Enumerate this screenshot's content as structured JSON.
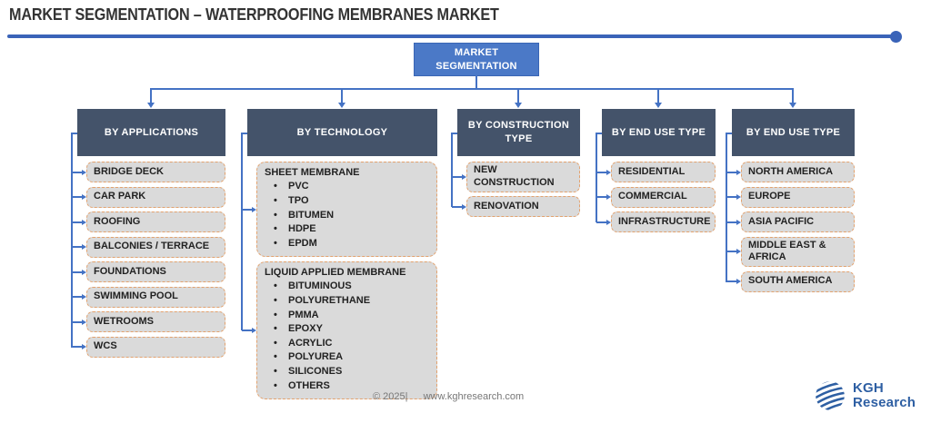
{
  "page": {
    "title": "MARKET SEGMENTATION – WATERPROOFING MEMBRANES MARKET"
  },
  "root": {
    "label": "MARKET SEGMENTATION"
  },
  "columns": [
    {
      "id": "by-applications",
      "header": "BY APPLICATIONS",
      "items": [
        "BRIDGE DECK",
        "CAR PARK",
        "ROOFING",
        "BALCONIES / TERRACE",
        "FOUNDATIONS",
        "SWIMMING POOL",
        "WETROOMS",
        "WCS"
      ]
    },
    {
      "id": "by-technology",
      "header": "BY TECHNOLOGY",
      "groups": [
        {
          "title": "SHEET MEMBRANE",
          "bullets": [
            "PVC",
            "TPO",
            "BITUMEN",
            "HDPE",
            "EPDM"
          ]
        },
        {
          "title": "LIQUID APPLIED MEMBRANE",
          "bullets": [
            "BITUMINOUS",
            "POLYURETHANE",
            "PMMA",
            "EPOXY",
            "ACRYLIC",
            "POLYUREA",
            "SILICONES",
            "OTHERS"
          ]
        }
      ]
    },
    {
      "id": "by-construction-type",
      "header": "BY CONSTRUCTION TYPE",
      "items": [
        "NEW CONSTRUCTION",
        "RENOVATION"
      ]
    },
    {
      "id": "by-end-use-type",
      "header": "BY END USE TYPE",
      "items": [
        "RESIDENTIAL",
        "COMMERCIAL",
        "INFRASTRUCTURE"
      ]
    },
    {
      "id": "by-region",
      "header": "BY END USE TYPE",
      "items": [
        "NORTH AMERICA",
        "EUROPE",
        "ASIA PACIFIC",
        "MIDDLE EAST & AFRICA",
        "SOUTH AMERICA"
      ]
    }
  ],
  "footer": {
    "copyright": "© 2025|",
    "website": "www.kghresearch.com"
  },
  "logo": {
    "line1": "KGH",
    "line2": "Research"
  },
  "colors": {
    "accent_blue": "#4472C4",
    "header_navy": "#44536A",
    "root_fill": "#4B79C7",
    "item_fill": "#DADADA",
    "item_border": "#E3A26E",
    "underline_blue": "#3A63B8",
    "logo_blue": "#2E5FA3",
    "footer_gray": "#777777"
  }
}
